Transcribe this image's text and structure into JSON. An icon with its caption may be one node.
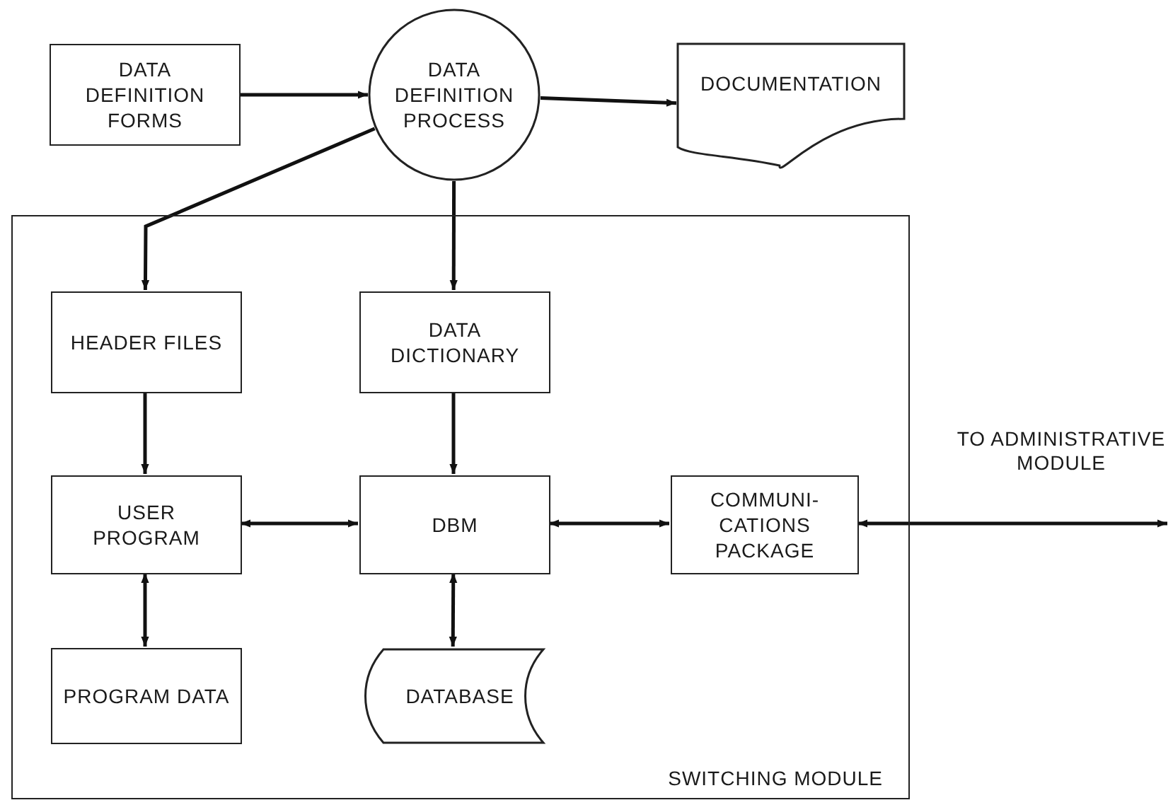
{
  "diagram": {
    "nodes": [
      {
        "text": [
          "DATA DEFINITION FORMS"
        ]
      },
      {
        "text": [
          "DATA DEFINITION PROCESS"
        ]
      },
      {
        "text": [
          "DOCUMENTATION"
        ]
      },
      {
        "text": [
          "SWITCHING MODULE"
        ]
      },
      {
        "text": [
          "HEADER FILES"
        ],
        "in": 3
      },
      {
        "text": [
          "DATA DICTIONARY"
        ],
        "in": 3
      },
      {
        "text": [
          "USER PROGRAM"
        ],
        "in": 3
      },
      {
        "text": [
          "DBM"
        ],
        "in": 3
      },
      {
        "text": [
          "COMMUNI- CATIONS PACKAGE"
        ],
        "in": 3
      },
      {
        "text": [
          "PROGRAM DATA"
        ],
        "in": 3
      },
      {
        "text": [
          "DATABASE"
        ],
        "in": 3
      }
    ],
    "edges": [
      {
        "from": 0,
        "to": 1,
        "arrow": "to"
      },
      {
        "from": 1,
        "to": 2,
        "arrow": "to"
      },
      {
        "from": 1,
        "to": 4,
        "arrow": "to"
      },
      {
        "from": 1,
        "to": 5,
        "arrow": "to"
      },
      {
        "from": 4,
        "to": 6,
        "arrow": "to"
      },
      {
        "from": 5,
        "to": 7,
        "arrow": "to"
      },
      {
        "from": 6,
        "to": 7,
        "arrow": "both"
      },
      {
        "from": 7,
        "to": 8,
        "arrow": "both"
      },
      {
        "from": 8,
        "to": null,
        "arrow": "both",
        "label": "TO ADMINISTRATIVE MODULE"
      },
      {
        "from": 6,
        "to": 9,
        "arrow": "both"
      },
      {
        "from": 7,
        "to": 10,
        "arrow": "both"
      }
    ]
  }
}
